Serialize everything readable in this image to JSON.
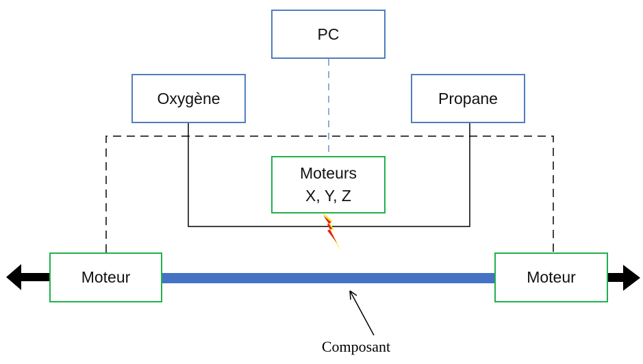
{
  "nodes": {
    "pc": "PC",
    "oxygen": "Oxygène",
    "propane": "Propane",
    "motors_xyz_line1": "Moteurs",
    "motors_xyz_line2": "X, Y, Z",
    "left_motor": "Moteur",
    "right_motor": "Moteur"
  },
  "caption": "Composant",
  "colors": {
    "blue_box": "#4f7dbd",
    "green_box": "#1fb04b",
    "shaft": "#4472c4",
    "spark_red": "#e02020",
    "spark_yellow": "#f7ea2f"
  }
}
